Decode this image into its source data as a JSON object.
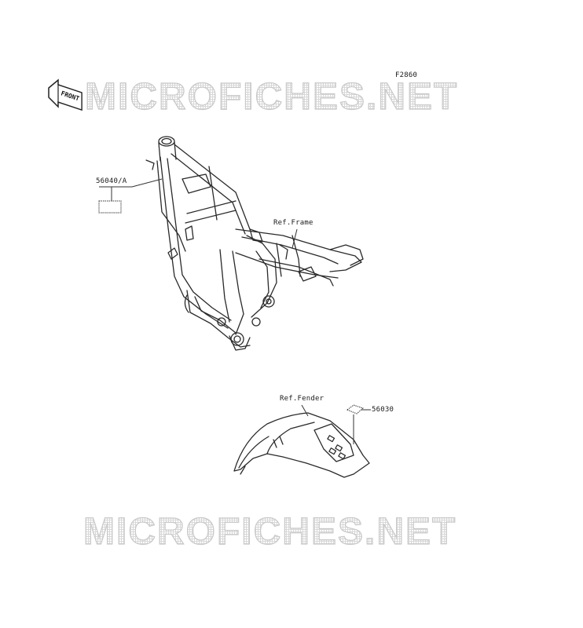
{
  "figure_code": "F2860",
  "front_badge": "FRONT",
  "watermark_text": "MICROFICHES.NET",
  "callouts": {
    "part_56040": "56040/A",
    "ref_frame": "Ref.Frame",
    "ref_fender": "Ref.Fender",
    "part_56030": "56030"
  },
  "colors": {
    "line": "#2a2a2a",
    "watermark": "#c9c9c9",
    "background": "#ffffff"
  }
}
